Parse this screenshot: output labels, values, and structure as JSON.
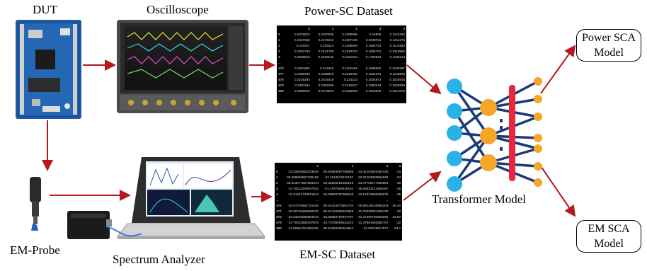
{
  "labels": {
    "dut": "DUT",
    "oscilloscope": "Oscilloscope",
    "power_dataset": "Power-SC Dataset",
    "em_probe": "EM-Probe",
    "spectrum_analyzer": "Spectrum Analyzer",
    "em_dataset": "EM-SC Dataset",
    "transformer_model": "Transformer Model",
    "power_sca_line1": "Power SCA",
    "power_sca_line2": "Model",
    "em_sca_line1": "EM SCA",
    "em_sca_line2": "Model"
  },
  "power_table": {
    "columns": [
      "0",
      "1",
      "2",
      "3",
      "4"
    ],
    "rows": [
      [
        "0",
        "0.2379823",
        "0.2397635",
        "0.2395569",
        "0.16906",
        "0.1122362"
      ],
      [
        "1",
        "0.2437555",
        "0.2176224",
        "0.2397165",
        "0.2049781",
        "0.1411275"
      ],
      [
        "2",
        "0.240017",
        "0.233113",
        "0.2165569",
        "0.1862703",
        "0.1141663"
      ],
      [
        "3",
        "0.2352746",
        "0.2431788",
        "0.2218379",
        "0.1662701",
        "0.1319962"
      ],
      [
        "4",
        "0.2555615",
        "0.2459132",
        "0.2221013",
        "0.1753064",
        "0.1225114"
      ],
      [
        "...",
        "...",
        "...",
        "...",
        "...",
        "..."
      ],
      [
        "476",
        "0.2384362",
        "0.243442",
        "0.2181494",
        "0.1699352",
        "0.1236397"
      ],
      [
        "477",
        "0.2400439",
        "0.2365919",
        "0.2239459",
        "0.1822181",
        "0.1149805"
      ],
      [
        "478",
        "0.2226293",
        "0.2314416",
        "0.233113",
        "0.2004872",
        "0.1525916"
      ],
      [
        "479",
        "0.2481184",
        "0.2363285",
        "0.2215527",
        "0.1883344",
        "0.1045909"
      ],
      [
        "480",
        "0.2385919",
        "0.2373623",
        "0.2265284",
        "0.1813942",
        "0.1214576"
      ]
    ]
  },
  "em_table": {
    "columns": [
      "0",
      "1",
      "2",
      "3"
    ],
    "rows": [
      [
        "0",
        "-33.33649063103516",
        "-35.84883987755906",
        "-34.42153549194336",
        "-33"
      ],
      [
        "1",
        "-33.368836557195156",
        "-37.1512573242187",
        "-33.02153053864625",
        "-34"
      ],
      [
        "2",
        "-33.643077667653344",
        "-35.30320291369219",
        "-34.47760177359964",
        "-35"
      ],
      [
        "3",
        "-32.70413208007815",
        "-41.4757583618164",
        "-35.45822141555467",
        "-35"
      ],
      [
        "4",
        "-31.91013739811914",
        "-34.06909787368156",
        "-33.12323966296875",
        "-35"
      ],
      [
        "...",
        "...",
        "...",
        "...",
        "..."
      ],
      [
        "476",
        "-36.07476682731445",
        "-35.63313372802734",
        "-29.69126162963203",
        "-35.30"
      ],
      [
        "477",
        "-35.30746456699375",
        "-35.81412589042969",
        "-31.70420837402438",
        "-32"
      ],
      [
        "478",
        "-35.03378299884375",
        "-33.69663787847797",
        "-31.47460796356992",
        "-33.60"
      ],
      [
        "479",
        "-34.70332658197875",
        "-33.70739084624224",
        "-31.37991691884797",
        "-32"
      ],
      [
        "480",
        "-34.86854721991336",
        "-35.81629452154844",
        "-31.55748517877",
        "-33.7"
      ]
    ]
  },
  "colors": {
    "arrow": "#b3191e",
    "input_node": "#2ab1e6",
    "hidden_node": "#f5a52a",
    "output_node": "#f5a52a",
    "edge": "#1b3a78",
    "attention_bar": "#e8263c"
  }
}
